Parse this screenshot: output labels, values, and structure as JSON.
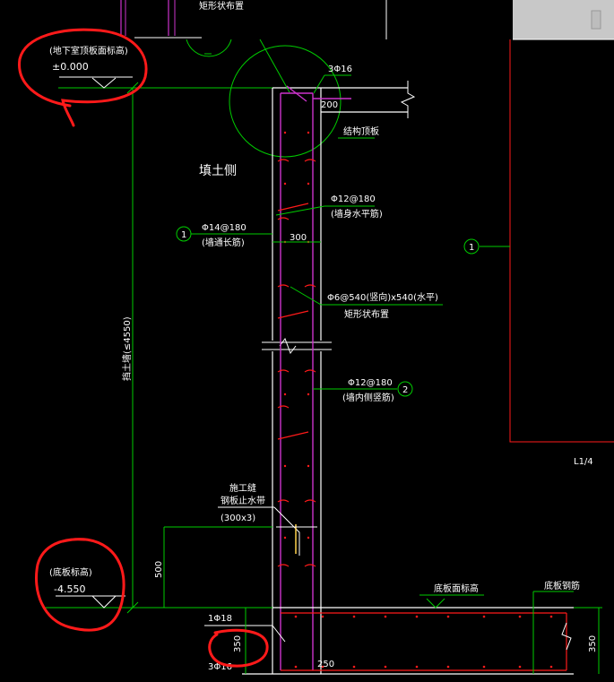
{
  "drawing": {
    "top_partial_label": "矩形状布置",
    "basement_roof_label": "(地下室顶板面标高)",
    "basement_roof_elev": "±0.000",
    "soil_side": "填土侧",
    "bar_top": "3Φ16",
    "dim_200": "200",
    "slab_label": "结构顶板",
    "horiz_bar": "Φ12@180",
    "horiz_bar_desc": "(墙身水平筋)",
    "vert_bar": "Φ14@180",
    "vert_bar_desc": "(墙通长筋)",
    "wall_thk": "300",
    "tie_bar": "Φ6@540(竖向)x540(水平)",
    "tie_desc": "矩形状布置",
    "inner_bar": "Φ12@180",
    "inner_bar_desc": "(墙内侧竖筋)",
    "height_dim": "挡土墙(≤4550)",
    "construction_joint_1": "施工缝",
    "construction_joint_2": "钢板止水带",
    "waterstop_size": "(300x3)",
    "dim_500": "500",
    "base_label": "(底板标高)",
    "base_elev": "-4.550",
    "base_slab_top": "底板面标高",
    "base_slab_bar": "底板钢筋",
    "bar_bottom_a": "1Φ18",
    "dim_350_left": "350",
    "bar_bottom_b": "3Φ16",
    "dim_250": "250",
    "dim_350_right": "350",
    "ref_label": "L1/4",
    "callout_1": "1",
    "callout_2": "2",
    "callout_1b": "1"
  },
  "colors": {
    "background": "#000000",
    "green": "#00cc00",
    "magenta": "#cc33cc",
    "red": "#ff1a1a",
    "white": "#ffffff",
    "gray": "#c8c8c8"
  }
}
